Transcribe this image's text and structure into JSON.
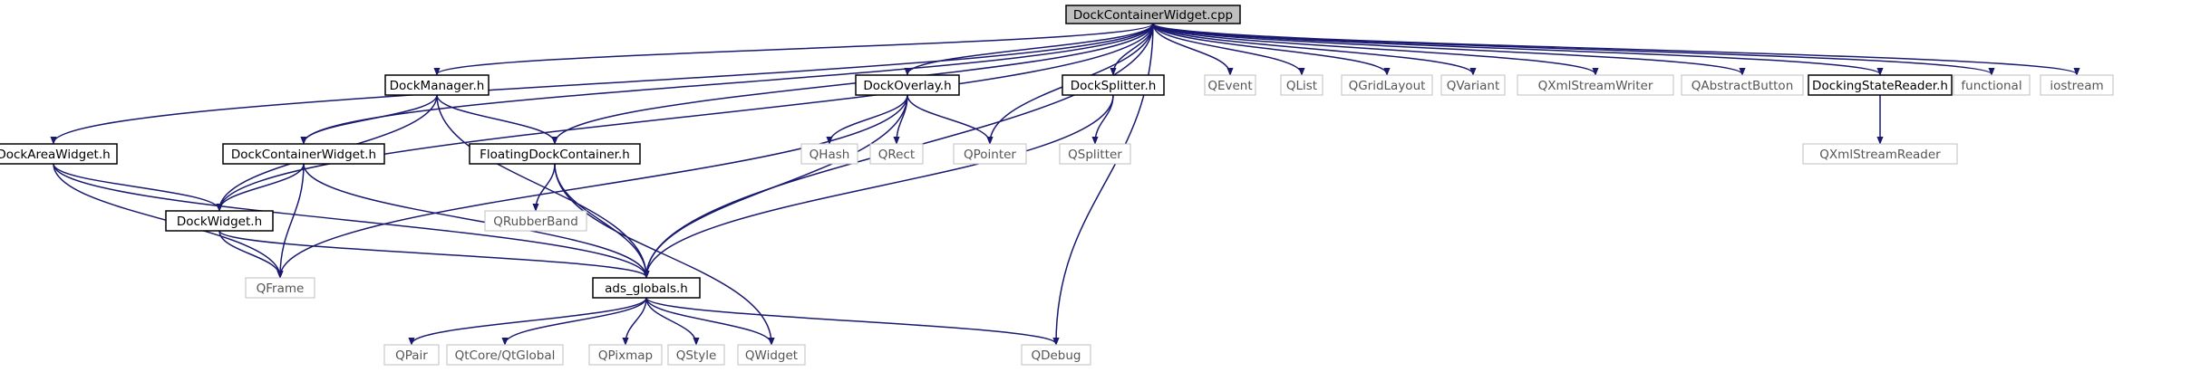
{
  "diagram": {
    "title": "DockContainerWidget.cpp",
    "colors": {
      "edge": "#191970",
      "root_fill": "#bfbfbf",
      "user_border": "#000000",
      "system_border": "#bfbfbf",
      "system_text": "#555555"
    },
    "nodes": {
      "root": {
        "label": "DockContainerWidget.cpp",
        "kind": "root"
      },
      "dockmanager": {
        "label": "DockManager.h",
        "kind": "user"
      },
      "dockoverlay": {
        "label": "DockOverlay.h",
        "kind": "user"
      },
      "docksplitter": {
        "label": "DockSplitter.h",
        "kind": "user"
      },
      "qevent": {
        "label": "QEvent",
        "kind": "system"
      },
      "qlist": {
        "label": "QList",
        "kind": "system"
      },
      "qgridlayout": {
        "label": "QGridLayout",
        "kind": "system"
      },
      "qvariant": {
        "label": "QVariant",
        "kind": "system"
      },
      "qxmlstreamwriter": {
        "label": "QXmlStreamWriter",
        "kind": "system"
      },
      "qabstractbutton": {
        "label": "QAbstractButton",
        "kind": "system"
      },
      "dockingstatereader": {
        "label": "DockingStateReader.h",
        "kind": "user"
      },
      "functional": {
        "label": "functional",
        "kind": "system"
      },
      "iostream": {
        "label": "iostream",
        "kind": "system"
      },
      "dockareawidget": {
        "label": "DockAreaWidget.h",
        "kind": "user"
      },
      "dockcontainerwidget": {
        "label": "DockContainerWidget.h",
        "kind": "user"
      },
      "floatingdockcontainer": {
        "label": "FloatingDockContainer.h",
        "kind": "user"
      },
      "qhash": {
        "label": "QHash",
        "kind": "system"
      },
      "qrect": {
        "label": "QRect",
        "kind": "system"
      },
      "qpointer": {
        "label": "QPointer",
        "kind": "system"
      },
      "qsplitter": {
        "label": "QSplitter",
        "kind": "system"
      },
      "qxmlstreamreader": {
        "label": "QXmlStreamReader",
        "kind": "system"
      },
      "dockwidget": {
        "label": "DockWidget.h",
        "kind": "user"
      },
      "qrubberband": {
        "label": "QRubberBand",
        "kind": "system"
      },
      "qframe": {
        "label": "QFrame",
        "kind": "system"
      },
      "adsglobals": {
        "label": "ads_globals.h",
        "kind": "user"
      },
      "qpair": {
        "label": "QPair",
        "kind": "system"
      },
      "qtglobal": {
        "label": "QtCore/QtGlobal",
        "kind": "system"
      },
      "qpixmap": {
        "label": "QPixmap",
        "kind": "system"
      },
      "qstyle": {
        "label": "QStyle",
        "kind": "system"
      },
      "qwidget": {
        "label": "QWidget",
        "kind": "system"
      },
      "qdebug": {
        "label": "QDebug",
        "kind": "system"
      }
    },
    "edges": [
      [
        "root",
        "dockmanager"
      ],
      [
        "root",
        "dockoverlay"
      ],
      [
        "root",
        "docksplitter"
      ],
      [
        "root",
        "qevent"
      ],
      [
        "root",
        "qlist"
      ],
      [
        "root",
        "qgridlayout"
      ],
      [
        "root",
        "qvariant"
      ],
      [
        "root",
        "qxmlstreamwriter"
      ],
      [
        "root",
        "qabstractbutton"
      ],
      [
        "root",
        "dockingstatereader"
      ],
      [
        "root",
        "functional"
      ],
      [
        "root",
        "iostream"
      ],
      [
        "root",
        "dockareawidget"
      ],
      [
        "root",
        "dockcontainerwidget"
      ],
      [
        "root",
        "floatingdockcontainer"
      ],
      [
        "root",
        "qpointer"
      ],
      [
        "root",
        "dockwidget"
      ],
      [
        "root",
        "adsglobals"
      ],
      [
        "root",
        "qdebug"
      ],
      [
        "dockmanager",
        "dockcontainerwidget"
      ],
      [
        "dockmanager",
        "floatingdockcontainer"
      ],
      [
        "dockmanager",
        "dockwidget"
      ],
      [
        "dockmanager",
        "adsglobals"
      ],
      [
        "dockoverlay",
        "qhash"
      ],
      [
        "dockoverlay",
        "qrect"
      ],
      [
        "dockoverlay",
        "qpointer"
      ],
      [
        "dockoverlay",
        "qframe"
      ],
      [
        "dockoverlay",
        "adsglobals"
      ],
      [
        "docksplitter",
        "qsplitter"
      ],
      [
        "docksplitter",
        "adsglobals"
      ],
      [
        "dockingstatereader",
        "qxmlstreamreader"
      ],
      [
        "dockareawidget",
        "dockwidget"
      ],
      [
        "dockareawidget",
        "qframe"
      ],
      [
        "dockareawidget",
        "adsglobals"
      ],
      [
        "dockcontainerwidget",
        "dockwidget"
      ],
      [
        "dockcontainerwidget",
        "qframe"
      ],
      [
        "dockcontainerwidget",
        "adsglobals"
      ],
      [
        "floatingdockcontainer",
        "qrubberband"
      ],
      [
        "floatingdockcontainer",
        "adsglobals"
      ],
      [
        "floatingdockcontainer",
        "qwidget"
      ],
      [
        "dockwidget",
        "qframe"
      ],
      [
        "dockwidget",
        "adsglobals"
      ],
      [
        "adsglobals",
        "qpair"
      ],
      [
        "adsglobals",
        "qtglobal"
      ],
      [
        "adsglobals",
        "qpixmap"
      ],
      [
        "adsglobals",
        "qstyle"
      ],
      [
        "adsglobals",
        "qwidget"
      ],
      [
        "adsglobals",
        "qdebug"
      ]
    ]
  }
}
